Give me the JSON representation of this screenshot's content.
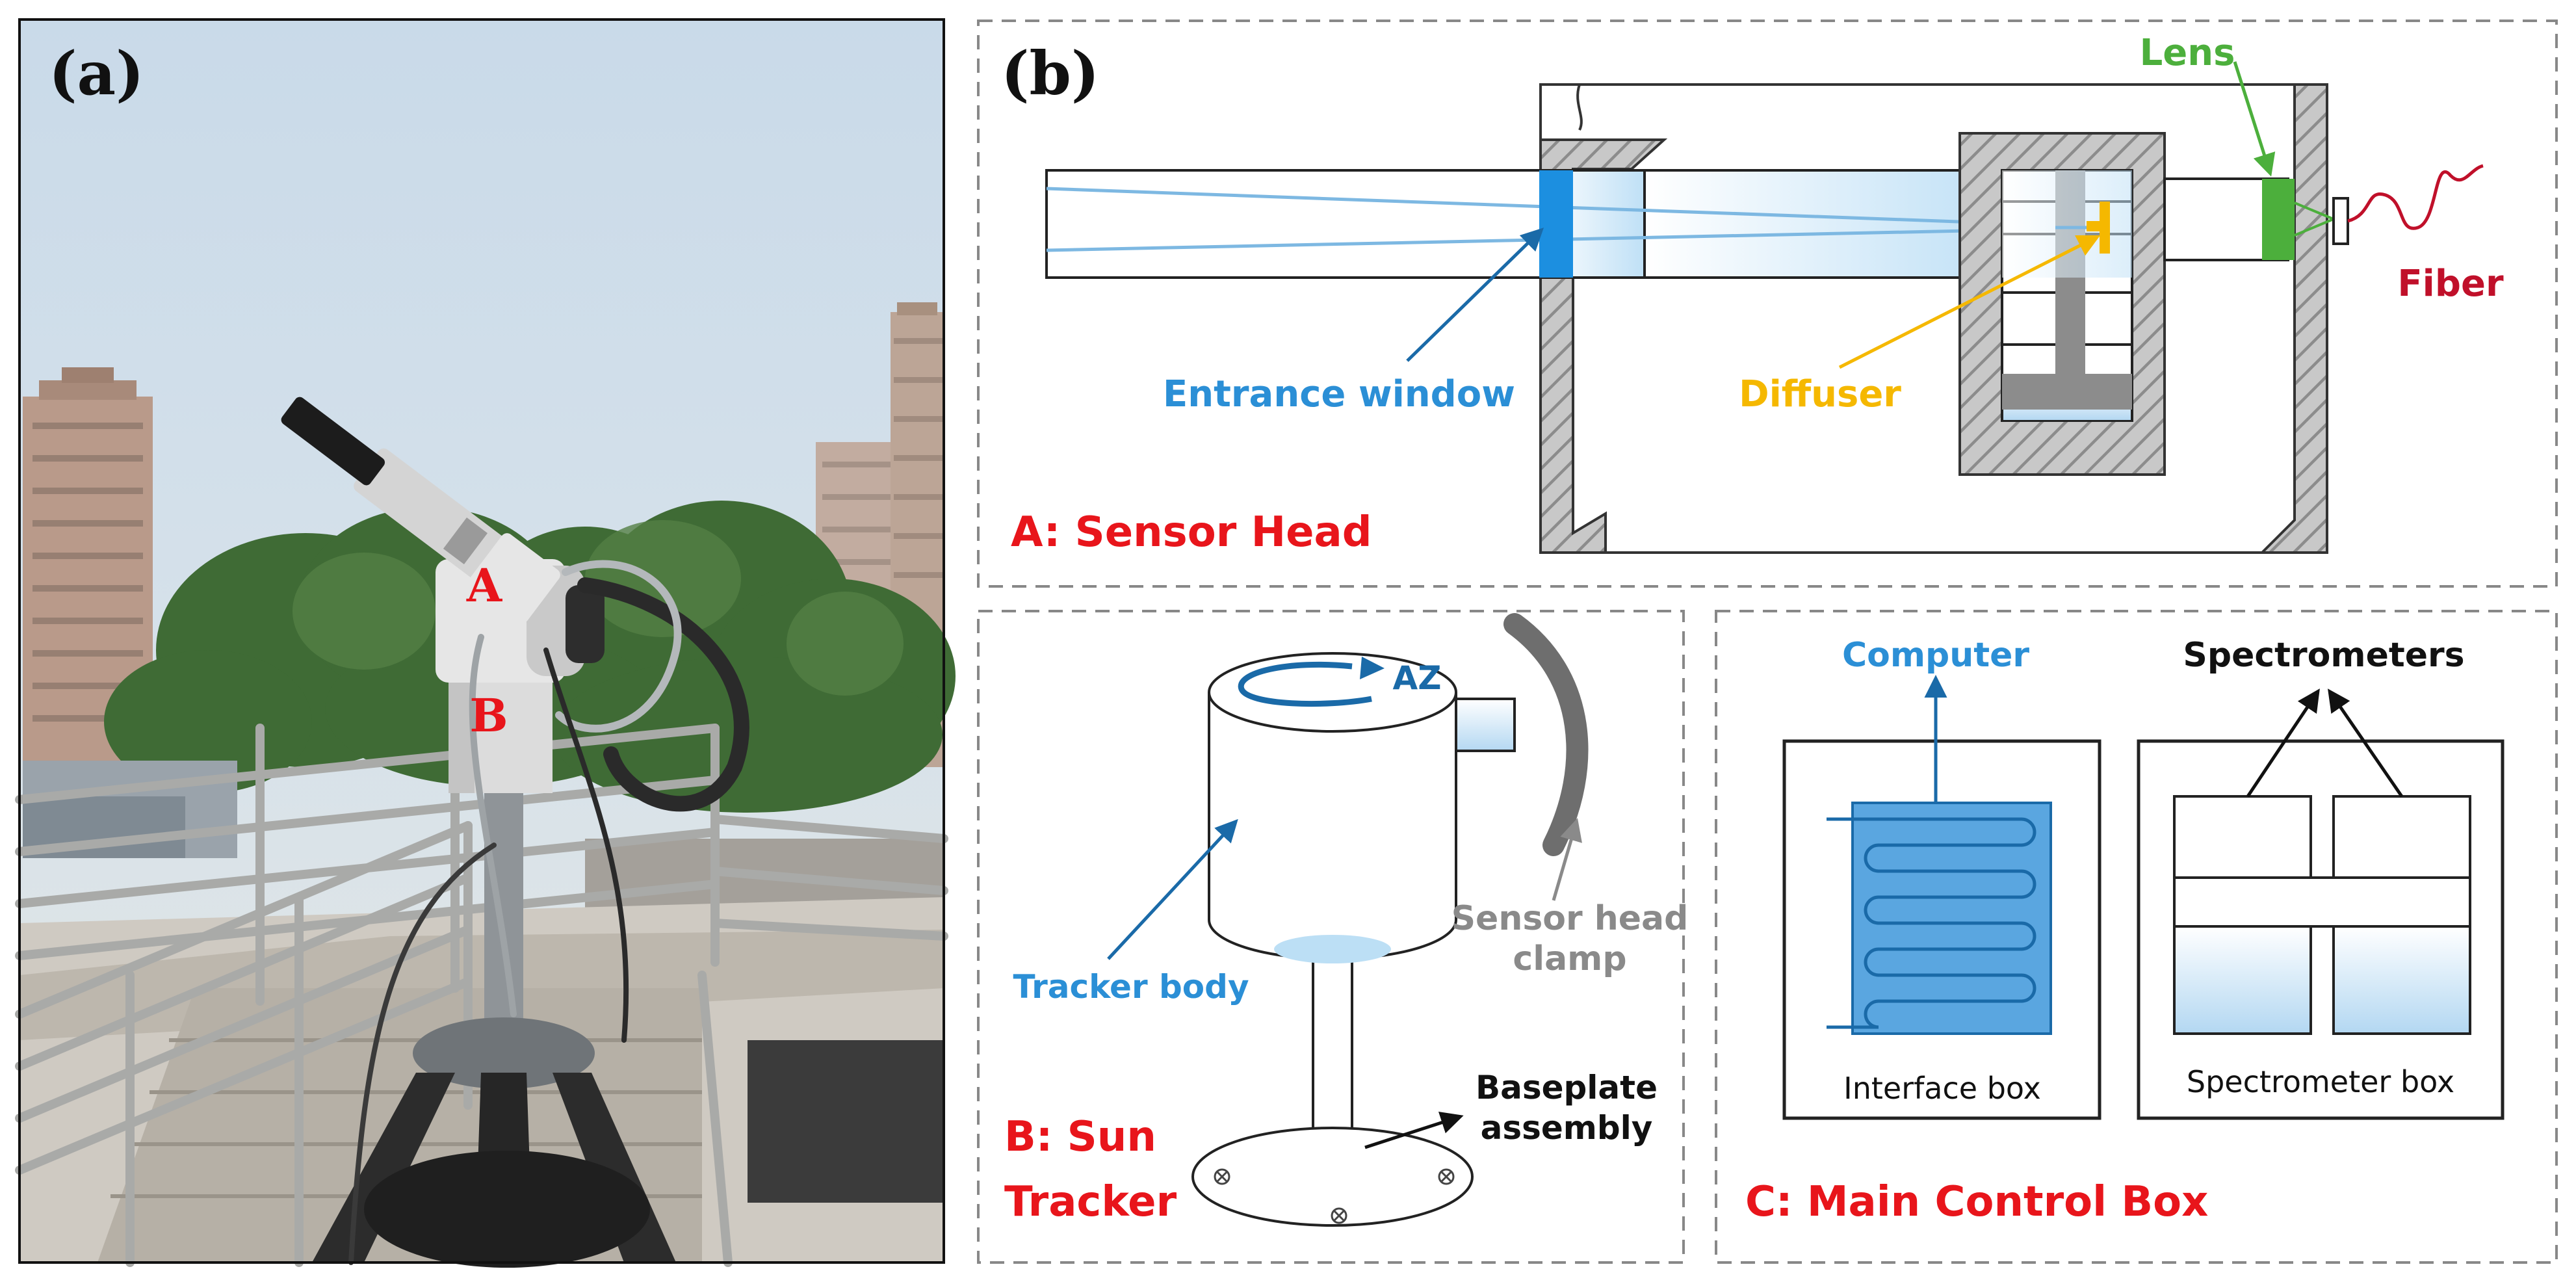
{
  "panel_a": {
    "label": "(a)",
    "marker_a": "A",
    "marker_b": "B"
  },
  "panel_b": {
    "label": "(b)",
    "sensor_head": {
      "title": "A: Sensor Head",
      "lens": "Lens",
      "fiber": "Fiber",
      "entrance_window": "Entrance window",
      "diffuser": "Diffuser"
    },
    "sun_tracker": {
      "title_line1": "B: Sun",
      "title_line2": "Tracker",
      "az": "AZ",
      "tracker_body": "Tracker body",
      "clamp_line1": "Sensor head",
      "clamp_line2": "clamp",
      "baseplate_line1": "Baseplate",
      "baseplate_line2": "assembly"
    },
    "control_box": {
      "title": "C: Main Control Box",
      "computer": "Computer",
      "spectrometers": "Spectrometers",
      "interface_box": "Interface box",
      "spectrometer_box": "Spectrometer box"
    }
  },
  "colors": {
    "red": "#e8151b",
    "blue_label": "#2b8fd6",
    "dark_blue": "#1a6aa8",
    "green": "#4caf3c",
    "yellow": "#f5b800",
    "fiber_red": "#c0102a",
    "gray": "#8a8a8a",
    "light_blue": "#bcdff5"
  }
}
